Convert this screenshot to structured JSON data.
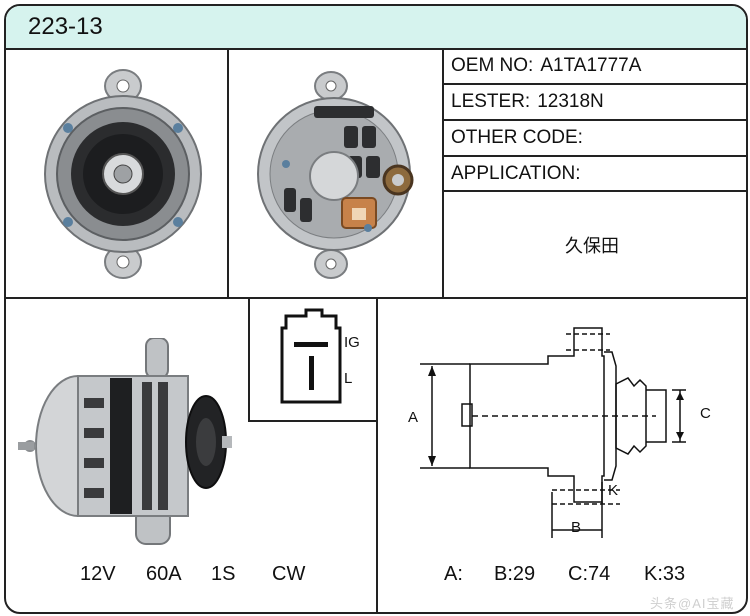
{
  "part_number": "223-13",
  "specs": [
    {
      "label": "OEM NO:",
      "value": "A1TA1777A"
    },
    {
      "label": "LESTER:",
      "value": "12318N"
    },
    {
      "label": "OTHER CODE:",
      "value": ""
    },
    {
      "label": "APPLICATION:",
      "value": ""
    }
  ],
  "application_value": "久保田",
  "connector": {
    "top_label": "IG",
    "bottom_label": "L"
  },
  "electrical": {
    "voltage": "12V",
    "amperage": "60A",
    "pulley": "1S",
    "rotation": "CW"
  },
  "drawing_labels": {
    "a": "A",
    "b": "B",
    "c": "C",
    "k": "K"
  },
  "dimensions": {
    "a": "A:",
    "b": "B:29",
    "c": "C:74",
    "k": "K:33"
  },
  "watermark": "头条@AI宝藏"
}
